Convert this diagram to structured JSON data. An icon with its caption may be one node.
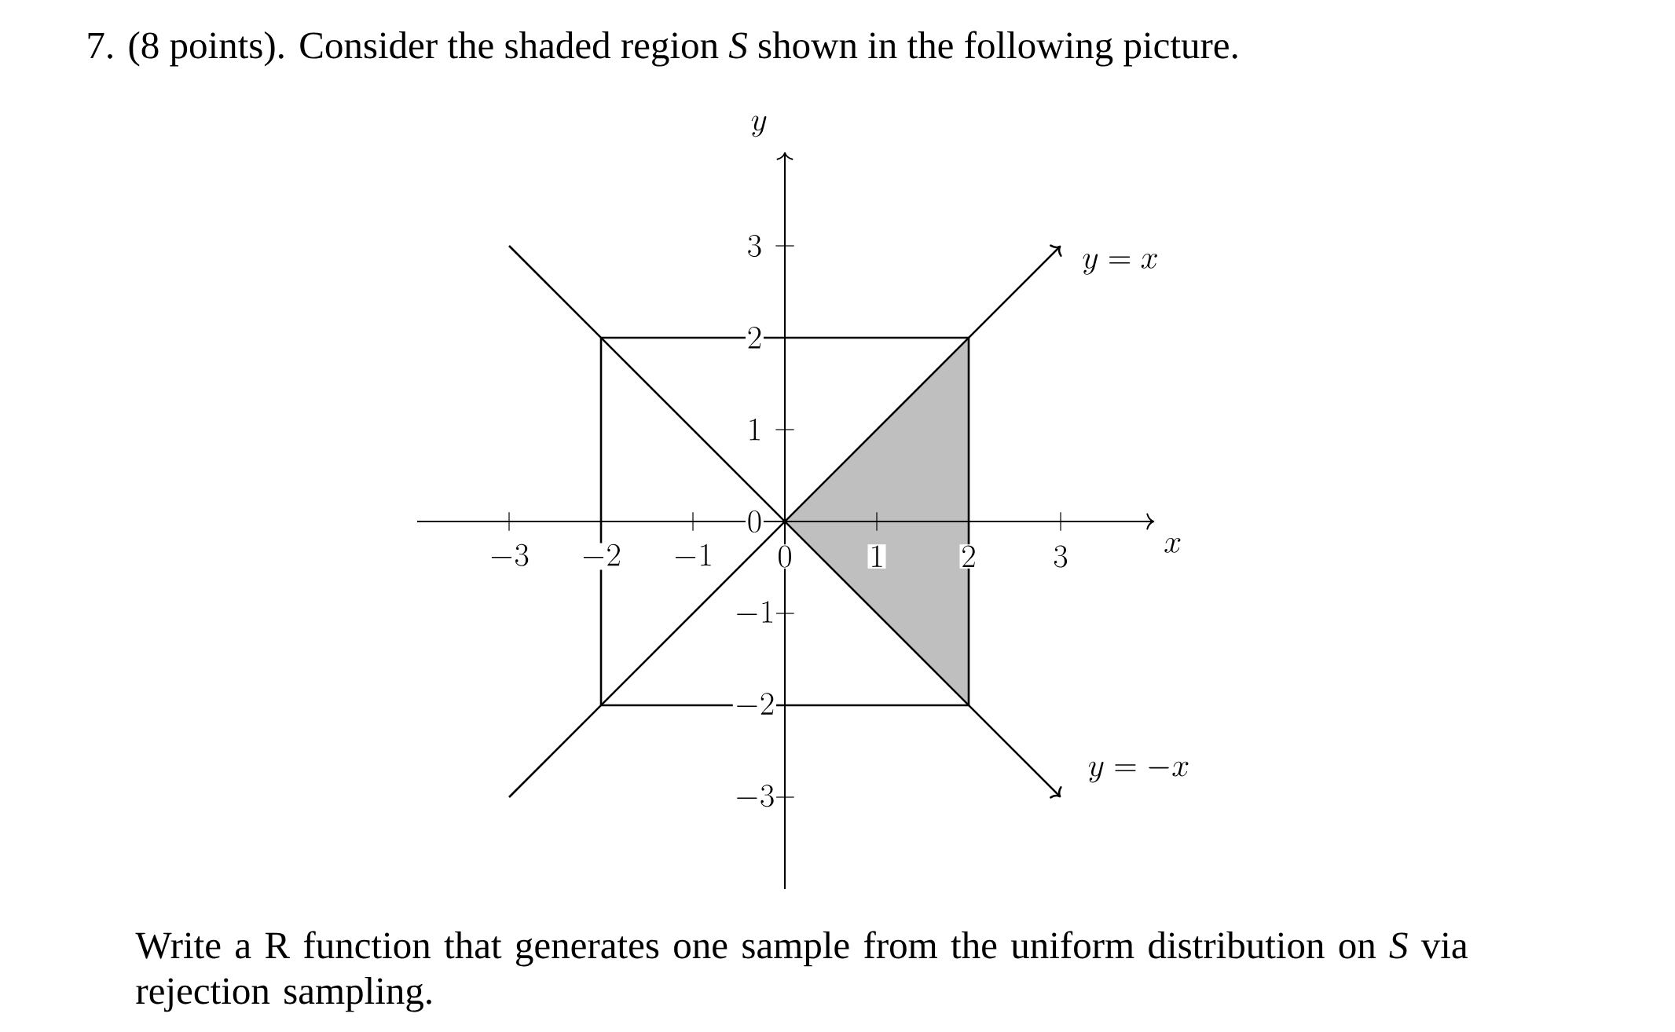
{
  "diagram": {
    "title": "7. (8 points). Consider the shaded region *S* shown in the following picture.",
    "caption": "Write a R function that generates one sample from the uniform distribution on *S* via rejection sampling.",
    "labels": [
      "y",
      "3",
      "y = x",
      "2",
      "1",
      "0",
      "x",
      "-3",
      "-2",
      "-1",
      "0",
      "1",
      "2",
      "3",
      "-1",
      "-2",
      "y = -x",
      "-3"
    ]
  }
}
